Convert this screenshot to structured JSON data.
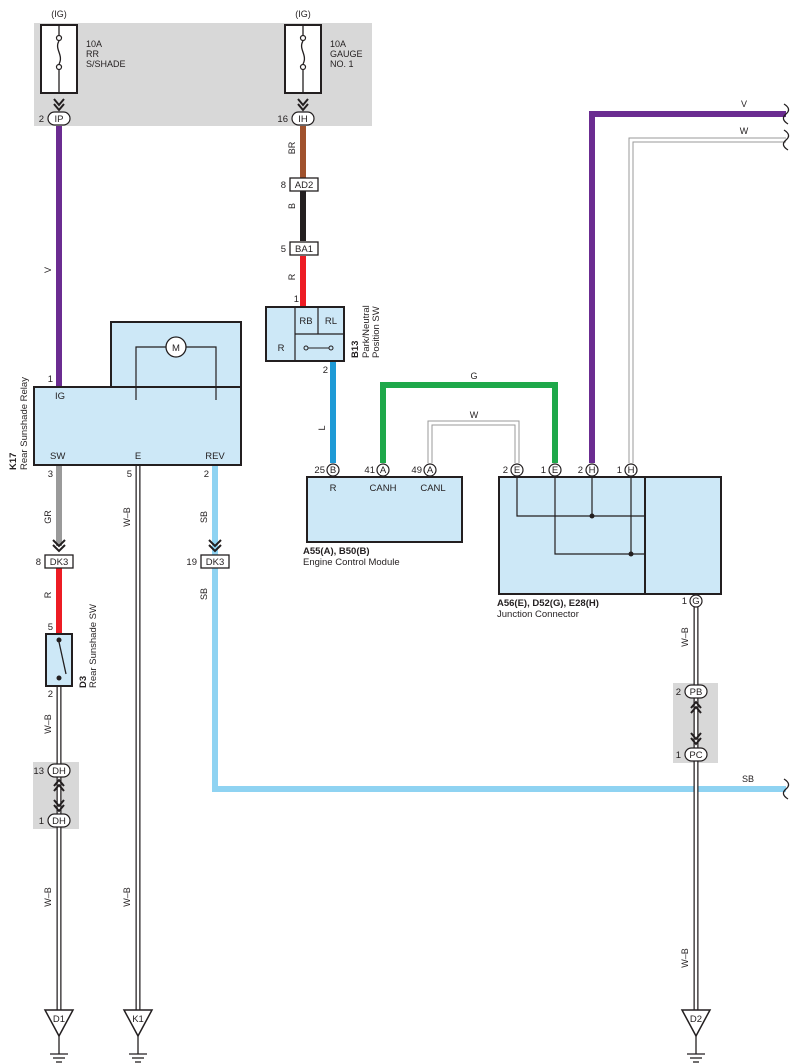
{
  "colors": {
    "V": "#6b2c91",
    "BR": "#a0522d",
    "B": "#231f20",
    "R": "#ed1c24",
    "L": "#1e9ad6",
    "G": "#1ea84a",
    "GR": "#9a9a9a",
    "SB": "#8fd3f2",
    "box_fill": "#cde8f7",
    "shade": "#d8d8d8"
  },
  "fuses": {
    "left": {
      "supply": "(IG)",
      "rating": "10A",
      "line1": "RR",
      "line2": "S/SHADE",
      "pin": "2",
      "conn": "IP"
    },
    "right": {
      "supply": "(IG)",
      "rating": "10A",
      "line1": "GAUGE",
      "line2": "NO. 1",
      "pin": "16",
      "conn": "IH"
    }
  },
  "connectors": {
    "ad2": {
      "pin": "8",
      "id": "AD2"
    },
    "ba1": {
      "pin": "5",
      "id": "BA1"
    },
    "dk3_left": {
      "pin": "8",
      "id": "DK3"
    },
    "dk3_right": {
      "pin": "19",
      "id": "DK3"
    },
    "dh_top": {
      "pin": "13",
      "id": "DH"
    },
    "dh_bottom": {
      "pin": "1",
      "id": "DH"
    },
    "pb": {
      "pin": "2",
      "id": "PB"
    },
    "pc": {
      "pin": "1",
      "id": "PC"
    }
  },
  "wire_labels": {
    "v_left": "V",
    "br": "BR",
    "b": "B",
    "r_top": "R",
    "l": "L",
    "g": "G",
    "w_loop": "W",
    "gr": "GR",
    "r_left": "R",
    "wb_left1": "W–B",
    "wb_left2": "W–B",
    "wb_mid1": "W–B",
    "wb_mid2": "W–B",
    "sb_top": "SB",
    "sb_mid": "SB",
    "sb_right": "SB",
    "wb_right1": "W–B",
    "wb_right2": "W–B",
    "v_top": "V",
    "w_top": "W"
  },
  "k17": {
    "id": "K17",
    "name": "Rear Sunshade Relay",
    "motor": "M",
    "pin_ig_num": "1",
    "pin_ig": "IG",
    "pin_sw": "SW",
    "pin_e": "E",
    "pin_rev": "REV",
    "pin_sw_num": "3",
    "pin_e_num": "5",
    "pin_rev_num": "2"
  },
  "b13": {
    "id": "B13",
    "name_line1": "Park/Neutral",
    "name_line2": "Position SW",
    "rb": "RB",
    "rl": "RL",
    "r": "R",
    "pin_top": "1",
    "pin_bottom": "2"
  },
  "ecm": {
    "pin_r_num": "25",
    "pin_r_conn": "B",
    "pin_r": "R",
    "pin_canh_num": "41",
    "pin_canh_conn": "A",
    "pin_canh": "CANH",
    "pin_canl_num": "49",
    "pin_canl_conn": "A",
    "pin_canl": "CANL",
    "id": "A55(A), B50(B)",
    "name": "Engine Control Module"
  },
  "junction": {
    "pins": [
      {
        "num": "2",
        "conn": "E"
      },
      {
        "num": "1",
        "conn": "E"
      },
      {
        "num": "2",
        "conn": "H"
      },
      {
        "num": "1",
        "conn": "H"
      }
    ],
    "pin_g_num": "1",
    "pin_g_conn": "G",
    "id": "A56(E), D52(G), E28(H)",
    "name": "Junction Connector"
  },
  "d3": {
    "id": "D3",
    "name": "Rear Sunshade SW",
    "pin_top": "5",
    "pin_bottom": "2"
  },
  "grounds": {
    "d1": "D1",
    "k1": "K1",
    "d2": "D2"
  }
}
